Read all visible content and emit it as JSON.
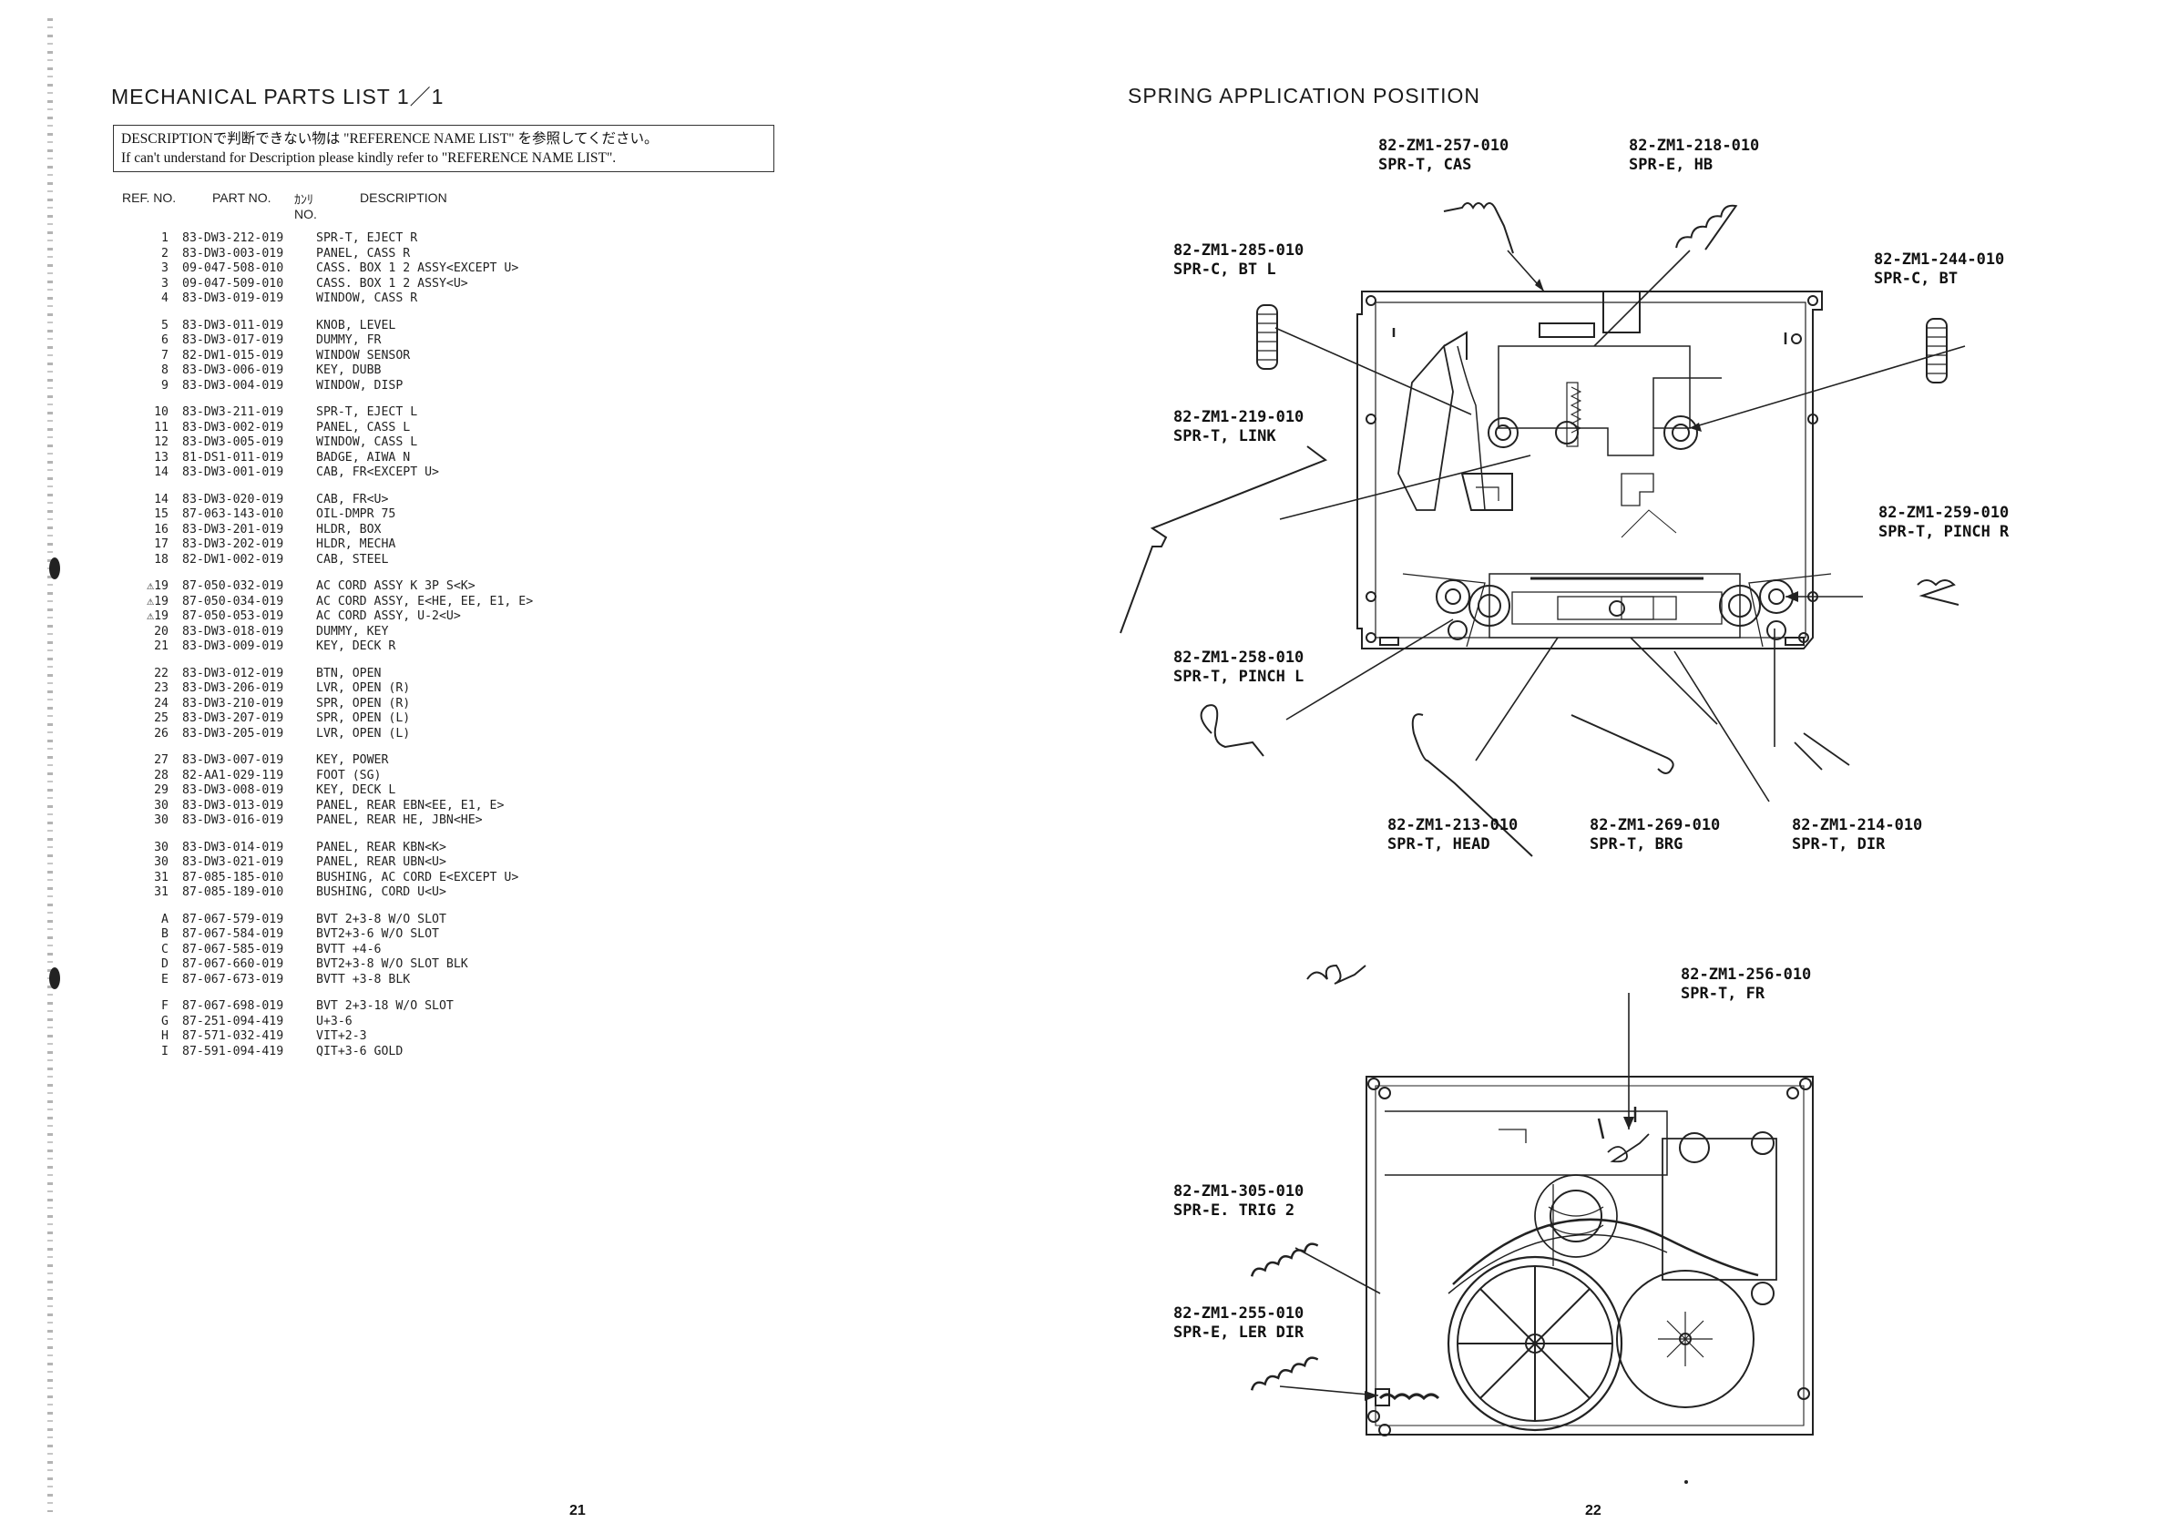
{
  "left_page": {
    "title": "MECHANICAL PARTS LIST 1／1",
    "note_line1": "DESCRIPTIONで判断できない物は \"REFERENCE NAME LIST\" を参照してください。",
    "note_line2": "If can't understand for Description please kindly refer to \"REFERENCE NAME LIST\".",
    "headers": {
      "ref_no": "REF. NO.",
      "part_no": "PART NO.",
      "kanri": "ｶﾝﾘ",
      "kanri_no": "NO.",
      "description": "DESCRIPTION"
    },
    "groups": [
      [
        {
          "ref": "1",
          "part": "83-DW3-212-019",
          "desc": "SPR-T, EJECT R"
        },
        {
          "ref": "2",
          "part": "83-DW3-003-019",
          "desc": "PANEL, CASS R"
        },
        {
          "ref": "3",
          "part": "09-047-508-010",
          "desc": "CASS. BOX 1 2 ASSY<EXCEPT U>"
        },
        {
          "ref": "3",
          "part": "09-047-509-010",
          "desc": "CASS. BOX 1 2 ASSY<U>"
        },
        {
          "ref": "4",
          "part": "83-DW3-019-019",
          "desc": "WINDOW, CASS R"
        }
      ],
      [
        {
          "ref": "5",
          "part": "83-DW3-011-019",
          "desc": "KNOB, LEVEL"
        },
        {
          "ref": "6",
          "part": "83-DW3-017-019",
          "desc": "DUMMY, FR"
        },
        {
          "ref": "7",
          "part": "82-DW1-015-019",
          "desc": "WINDOW SENSOR"
        },
        {
          "ref": "8",
          "part": "83-DW3-006-019",
          "desc": "KEY, DUBB"
        },
        {
          "ref": "9",
          "part": "83-DW3-004-019",
          "desc": "WINDOW, DISP"
        }
      ],
      [
        {
          "ref": "10",
          "part": "83-DW3-211-019",
          "desc": "SPR-T, EJECT L"
        },
        {
          "ref": "11",
          "part": "83-DW3-002-019",
          "desc": "PANEL, CASS L"
        },
        {
          "ref": "12",
          "part": "83-DW3-005-019",
          "desc": "WINDOW, CASS L"
        },
        {
          "ref": "13",
          "part": "81-DS1-011-019",
          "desc": "BADGE, AIWA N"
        },
        {
          "ref": "14",
          "part": "83-DW3-001-019",
          "desc": "CAB, FR<EXCEPT U>"
        }
      ],
      [
        {
          "ref": "14",
          "part": "83-DW3-020-019",
          "desc": "CAB, FR<U>"
        },
        {
          "ref": "15",
          "part": "87-063-143-010",
          "desc": "OIL-DMPR 75"
        },
        {
          "ref": "16",
          "part": "83-DW3-201-019",
          "desc": "HLDR, BOX"
        },
        {
          "ref": "17",
          "part": "83-DW3-202-019",
          "desc": "HLDR, MECHA"
        },
        {
          "ref": "18",
          "part": "82-DW1-002-019",
          "desc": "CAB, STEEL"
        }
      ],
      [
        {
          "ref": "⚠19",
          "part": "87-050-032-019",
          "desc": "AC CORD ASSY K 3P S<K>"
        },
        {
          "ref": "⚠19",
          "part": "87-050-034-019",
          "desc": "AC CORD ASSY, E<HE, EE, E1, E>"
        },
        {
          "ref": "⚠19",
          "part": "87-050-053-019",
          "desc": "AC CORD ASSY, U-2<U>"
        },
        {
          "ref": "20",
          "part": "83-DW3-018-019",
          "desc": "DUMMY, KEY"
        },
        {
          "ref": "21",
          "part": "83-DW3-009-019",
          "desc": "KEY, DECK R"
        }
      ],
      [
        {
          "ref": "22",
          "part": "83-DW3-012-019",
          "desc": "BTN, OPEN"
        },
        {
          "ref": "23",
          "part": "83-DW3-206-019",
          "desc": "LVR, OPEN (R)"
        },
        {
          "ref": "24",
          "part": "83-DW3-210-019",
          "desc": "SPR, OPEN (R)"
        },
        {
          "ref": "25",
          "part": "83-DW3-207-019",
          "desc": "SPR, OPEN (L)"
        },
        {
          "ref": "26",
          "part": "83-DW3-205-019",
          "desc": "LVR, OPEN (L)"
        }
      ],
      [
        {
          "ref": "27",
          "part": "83-DW3-007-019",
          "desc": "KEY, POWER"
        },
        {
          "ref": "28",
          "part": "82-AA1-029-119",
          "desc": "FOOT (SG)"
        },
        {
          "ref": "29",
          "part": "83-DW3-008-019",
          "desc": "KEY, DECK L"
        },
        {
          "ref": "30",
          "part": "83-DW3-013-019",
          "desc": "PANEL, REAR EBN<EE, E1, E>"
        },
        {
          "ref": "30",
          "part": "83-DW3-016-019",
          "desc": "PANEL, REAR HE, JBN<HE>"
        }
      ],
      [
        {
          "ref": "30",
          "part": "83-DW3-014-019",
          "desc": "PANEL, REAR KBN<K>"
        },
        {
          "ref": "30",
          "part": "83-DW3-021-019",
          "desc": "PANEL, REAR UBN<U>"
        },
        {
          "ref": "31",
          "part": "87-085-185-010",
          "desc": "BUSHING, AC CORD E<EXCEPT U>"
        },
        {
          "ref": "31",
          "part": "87-085-189-010",
          "desc": "BUSHING, CORD U<U>"
        }
      ],
      [
        {
          "ref": "A",
          "part": "87-067-579-019",
          "desc": "BVT 2+3-8 W/O SLOT"
        },
        {
          "ref": "B",
          "part": "87-067-584-019",
          "desc": "BVT2+3-6 W/O SLOT"
        },
        {
          "ref": "C",
          "part": "87-067-585-019",
          "desc": "BVTT +4-6"
        },
        {
          "ref": "D",
          "part": "87-067-660-019",
          "desc": "BVT2+3-8 W/O SLOT BLK"
        },
        {
          "ref": "E",
          "part": "87-067-673-019",
          "desc": "BVTT +3-8 BLK"
        }
      ],
      [
        {
          "ref": "F",
          "part": "87-067-698-019",
          "desc": "BVT 2+3-18 W/O SLOT"
        },
        {
          "ref": "G",
          "part": "87-251-094-419",
          "desc": "U+3-6"
        },
        {
          "ref": "H",
          "part": "87-571-032-419",
          "desc": "VIT+2-3"
        },
        {
          "ref": "I",
          "part": "87-591-094-419",
          "desc": "QIT+3-6 GOLD"
        }
      ]
    ],
    "page_number": "21"
  },
  "right_page": {
    "title": "SPRING APPLICATION POSITION",
    "callouts": [
      {
        "part": "82-ZM1-257-010",
        "name": "SPR-T, CAS"
      },
      {
        "part": "82-ZM1-218-010",
        "name": "SPR-E, HB"
      },
      {
        "part": "82-ZM1-285-010",
        "name": "SPR-C, BT L"
      },
      {
        "part": "82-ZM1-244-010",
        "name": "SPR-C, BT"
      },
      {
        "part": "82-ZM1-219-010",
        "name": "SPR-T, LINK"
      },
      {
        "part": "82-ZM1-259-010",
        "name": "SPR-T, PINCH R"
      },
      {
        "part": "82-ZM1-258-010",
        "name": "SPR-T, PINCH L"
      },
      {
        "part": "82-ZM1-213-010",
        "name": "SPR-T, HEAD"
      },
      {
        "part": "82-ZM1-269-010",
        "name": "SPR-T, BRG"
      },
      {
        "part": "82-ZM1-214-010",
        "name": "SPR-T, DIR"
      },
      {
        "part": "82-ZM1-256-010",
        "name": "SPR-T, FR"
      },
      {
        "part": "82-ZM1-305-010",
        "name": "SPR-E. TRIG 2"
      },
      {
        "part": "82-ZM1-255-010",
        "name": "SPR-E, LER DIR"
      }
    ],
    "page_number": "22"
  }
}
